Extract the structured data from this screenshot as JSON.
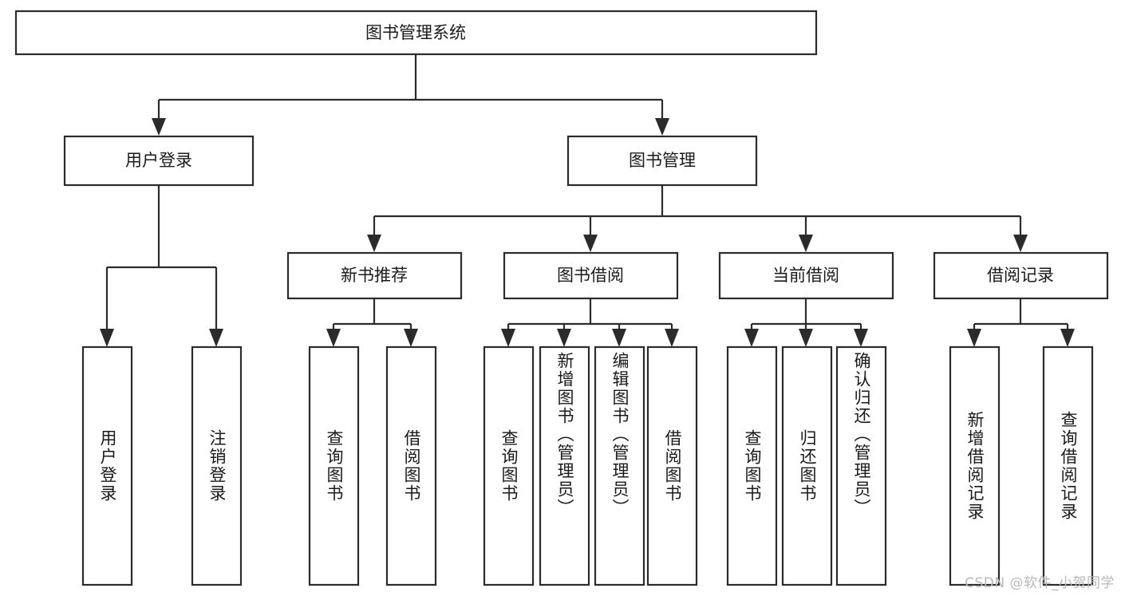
{
  "diagram": {
    "type": "tree-hierarchy",
    "title": "图书管理系统",
    "watermark": "CSDN @软件_小贺同学",
    "colors": {
      "stroke": "#2b2b2b",
      "fill": "#ffffff",
      "text": "#1a1a1a",
      "watermark": "#b8b8b8",
      "background": "#ffffff"
    },
    "levels": {
      "root": {
        "label": "图书管理系统"
      },
      "level2": [
        {
          "label": "用户登录"
        },
        {
          "label": "图书管理"
        }
      ],
      "level3": [
        {
          "label": "新书推荐"
        },
        {
          "label": "图书借阅"
        },
        {
          "label": "当前借阅"
        },
        {
          "label": "借阅记录"
        }
      ],
      "leaves": {
        "user_login": [
          {
            "label": "用户登录"
          },
          {
            "label": "注销登录"
          }
        ],
        "new_book_recommend": [
          {
            "label": "查询图书"
          },
          {
            "label": "借阅图书"
          }
        ],
        "book_borrow": [
          {
            "label": "查询图书"
          },
          {
            "label": "新增图书（管理员）"
          },
          {
            "label": "编辑图书（管理员）"
          },
          {
            "label": "借阅图书"
          }
        ],
        "current_borrow": [
          {
            "label": "查询图书"
          },
          {
            "label": "归还图书"
          },
          {
            "label": "确认归还（管理员）"
          }
        ],
        "borrow_record": [
          {
            "label": "新增借阅记录"
          },
          {
            "label": "查询借阅记录"
          }
        ]
      }
    }
  }
}
